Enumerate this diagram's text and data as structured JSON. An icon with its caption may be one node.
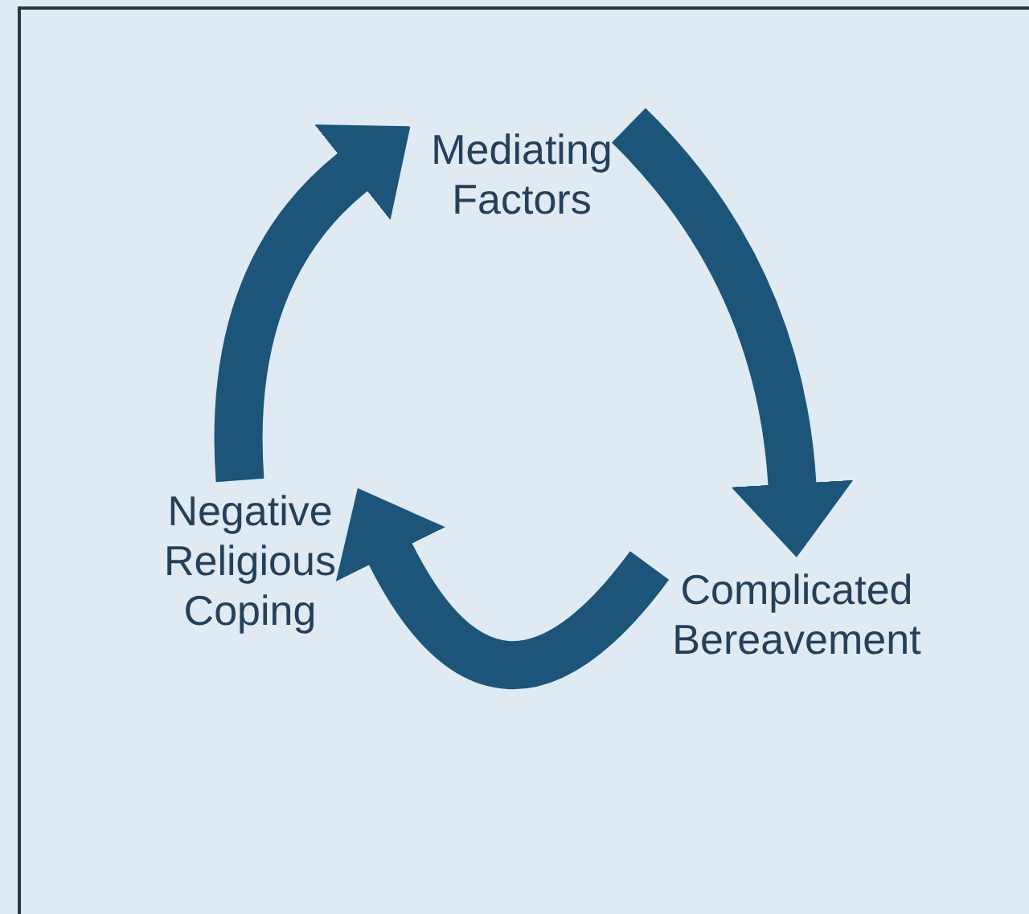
{
  "diagram": {
    "nodes": [
      {
        "text": [
          "Mediating Factors"
        ]
      },
      {
        "text": [
          "Complicated Bereavement"
        ]
      },
      {
        "text": [
          "Negative Religious Coping"
        ]
      }
    ],
    "edges": [
      {
        "from": 0,
        "to": 1,
        "arrow": "to"
      },
      {
        "from": 1,
        "to": 2,
        "arrow": "to"
      },
      {
        "from": 2,
        "to": 0,
        "arrow": "to"
      }
    ]
  }
}
